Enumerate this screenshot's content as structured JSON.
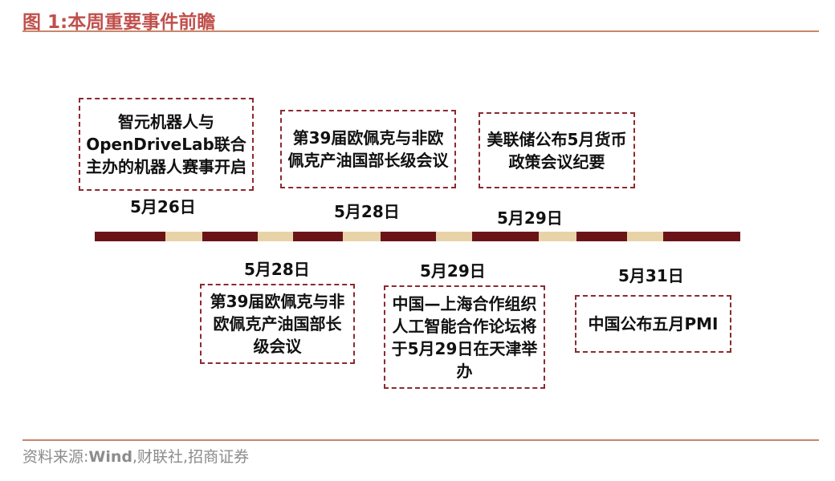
{
  "figure": {
    "title": "图 1:本周重要事件前瞻",
    "source_label": "资料来源:",
    "source_wind": "Wind",
    "source_rest": ",财联社,招商证券"
  },
  "colors": {
    "title": "#c0504d",
    "timeline_dark": "#6b1418",
    "timeline_light": "#e8d3a8",
    "box_border": "#8b2a2e",
    "rule": "#c8866a",
    "source_text": "#8c8c8c"
  },
  "events": [
    {
      "date": "5月26日",
      "text": "智元机器人与OpenDriveLab联合主办的机器人赛事开启"
    },
    {
      "date": "5月28日",
      "text": "第39届欧佩克与非欧佩克产油国部长级会议"
    },
    {
      "date": "5月29日",
      "text": "美联储公布5月货币政策会议纪要"
    },
    {
      "date": "5月28日",
      "text": "第39届欧佩克与非欧佩克产油国部长级会议"
    },
    {
      "date": "5月29日",
      "text": "中国—上海合作组织人工智能合作论坛将于5月29日在天津举办"
    },
    {
      "date": "5月31日",
      "text": "中国公布五月PMI"
    }
  ]
}
